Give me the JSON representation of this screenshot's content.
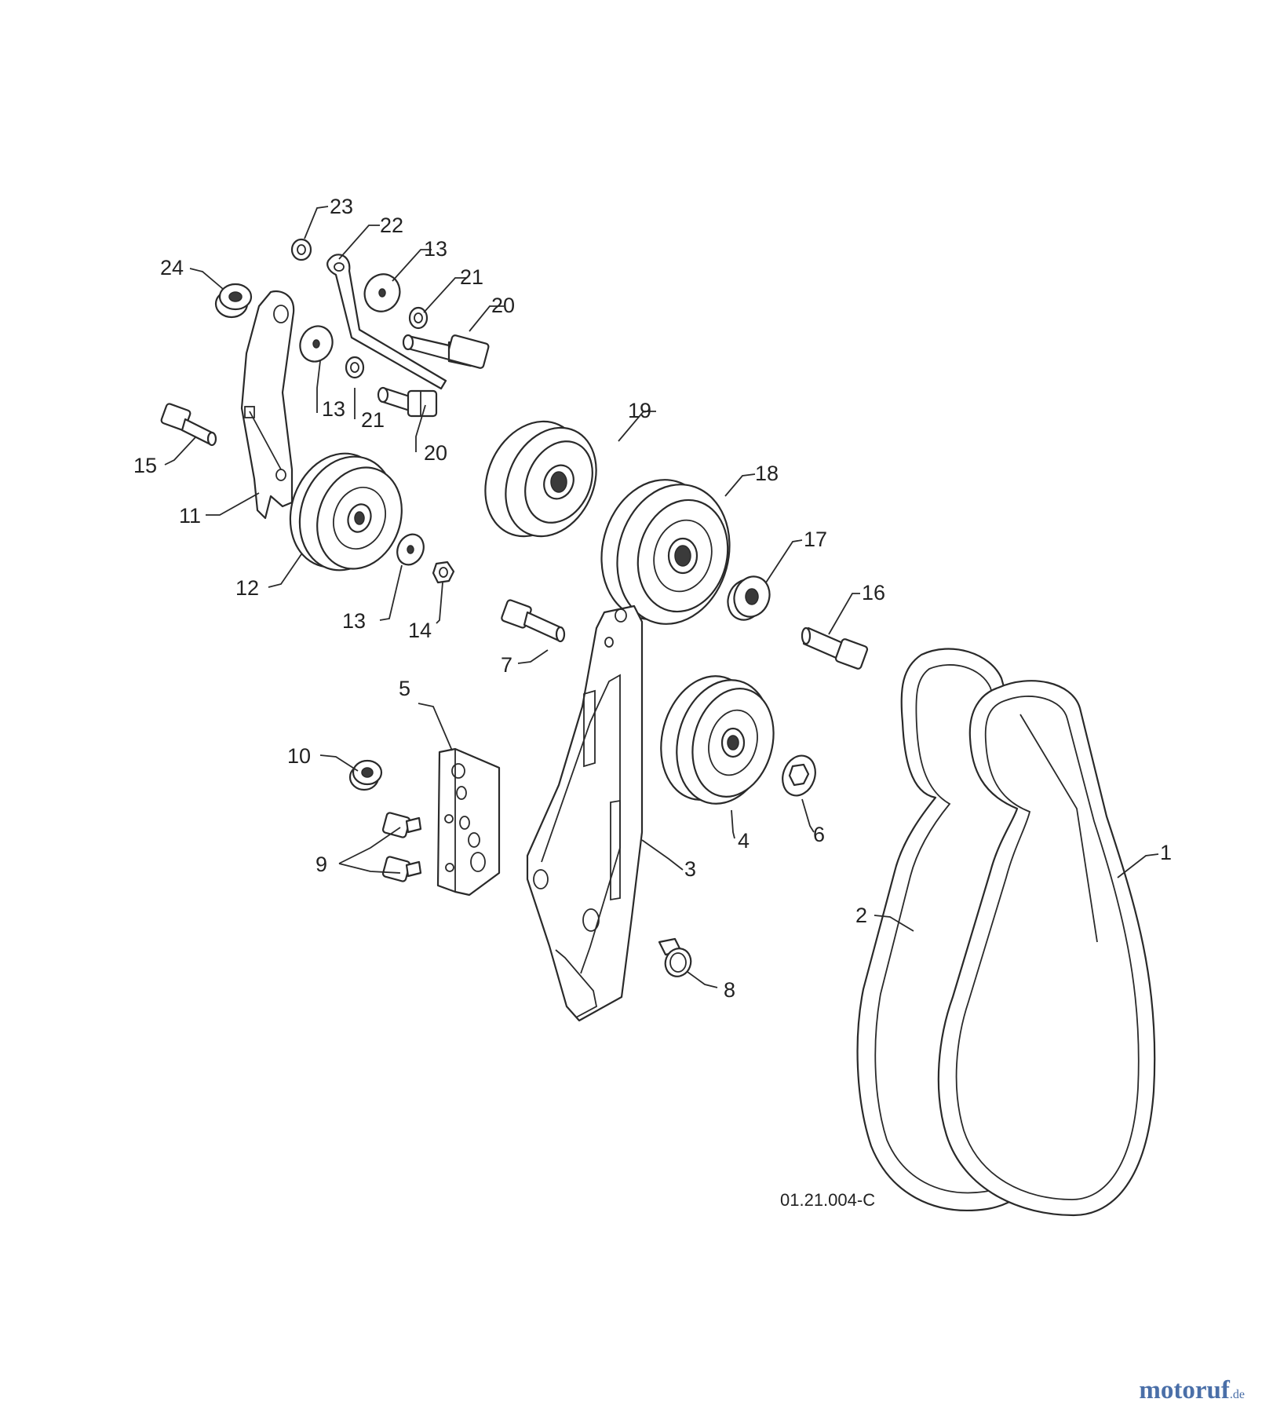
{
  "callouts": [
    "1",
    "2",
    "3",
    "4",
    "5",
    "6",
    "7",
    "8",
    "9",
    "10",
    "11",
    "12",
    "13",
    "13",
    "13",
    "14",
    "15",
    "16",
    "17",
    "18",
    "19",
    "20",
    "20",
    "21",
    "21",
    "22",
    "23",
    "24"
  ],
  "drawing_id": "01.21.004-C",
  "watermark": {
    "main": "motoruf",
    "sub": ".de"
  }
}
